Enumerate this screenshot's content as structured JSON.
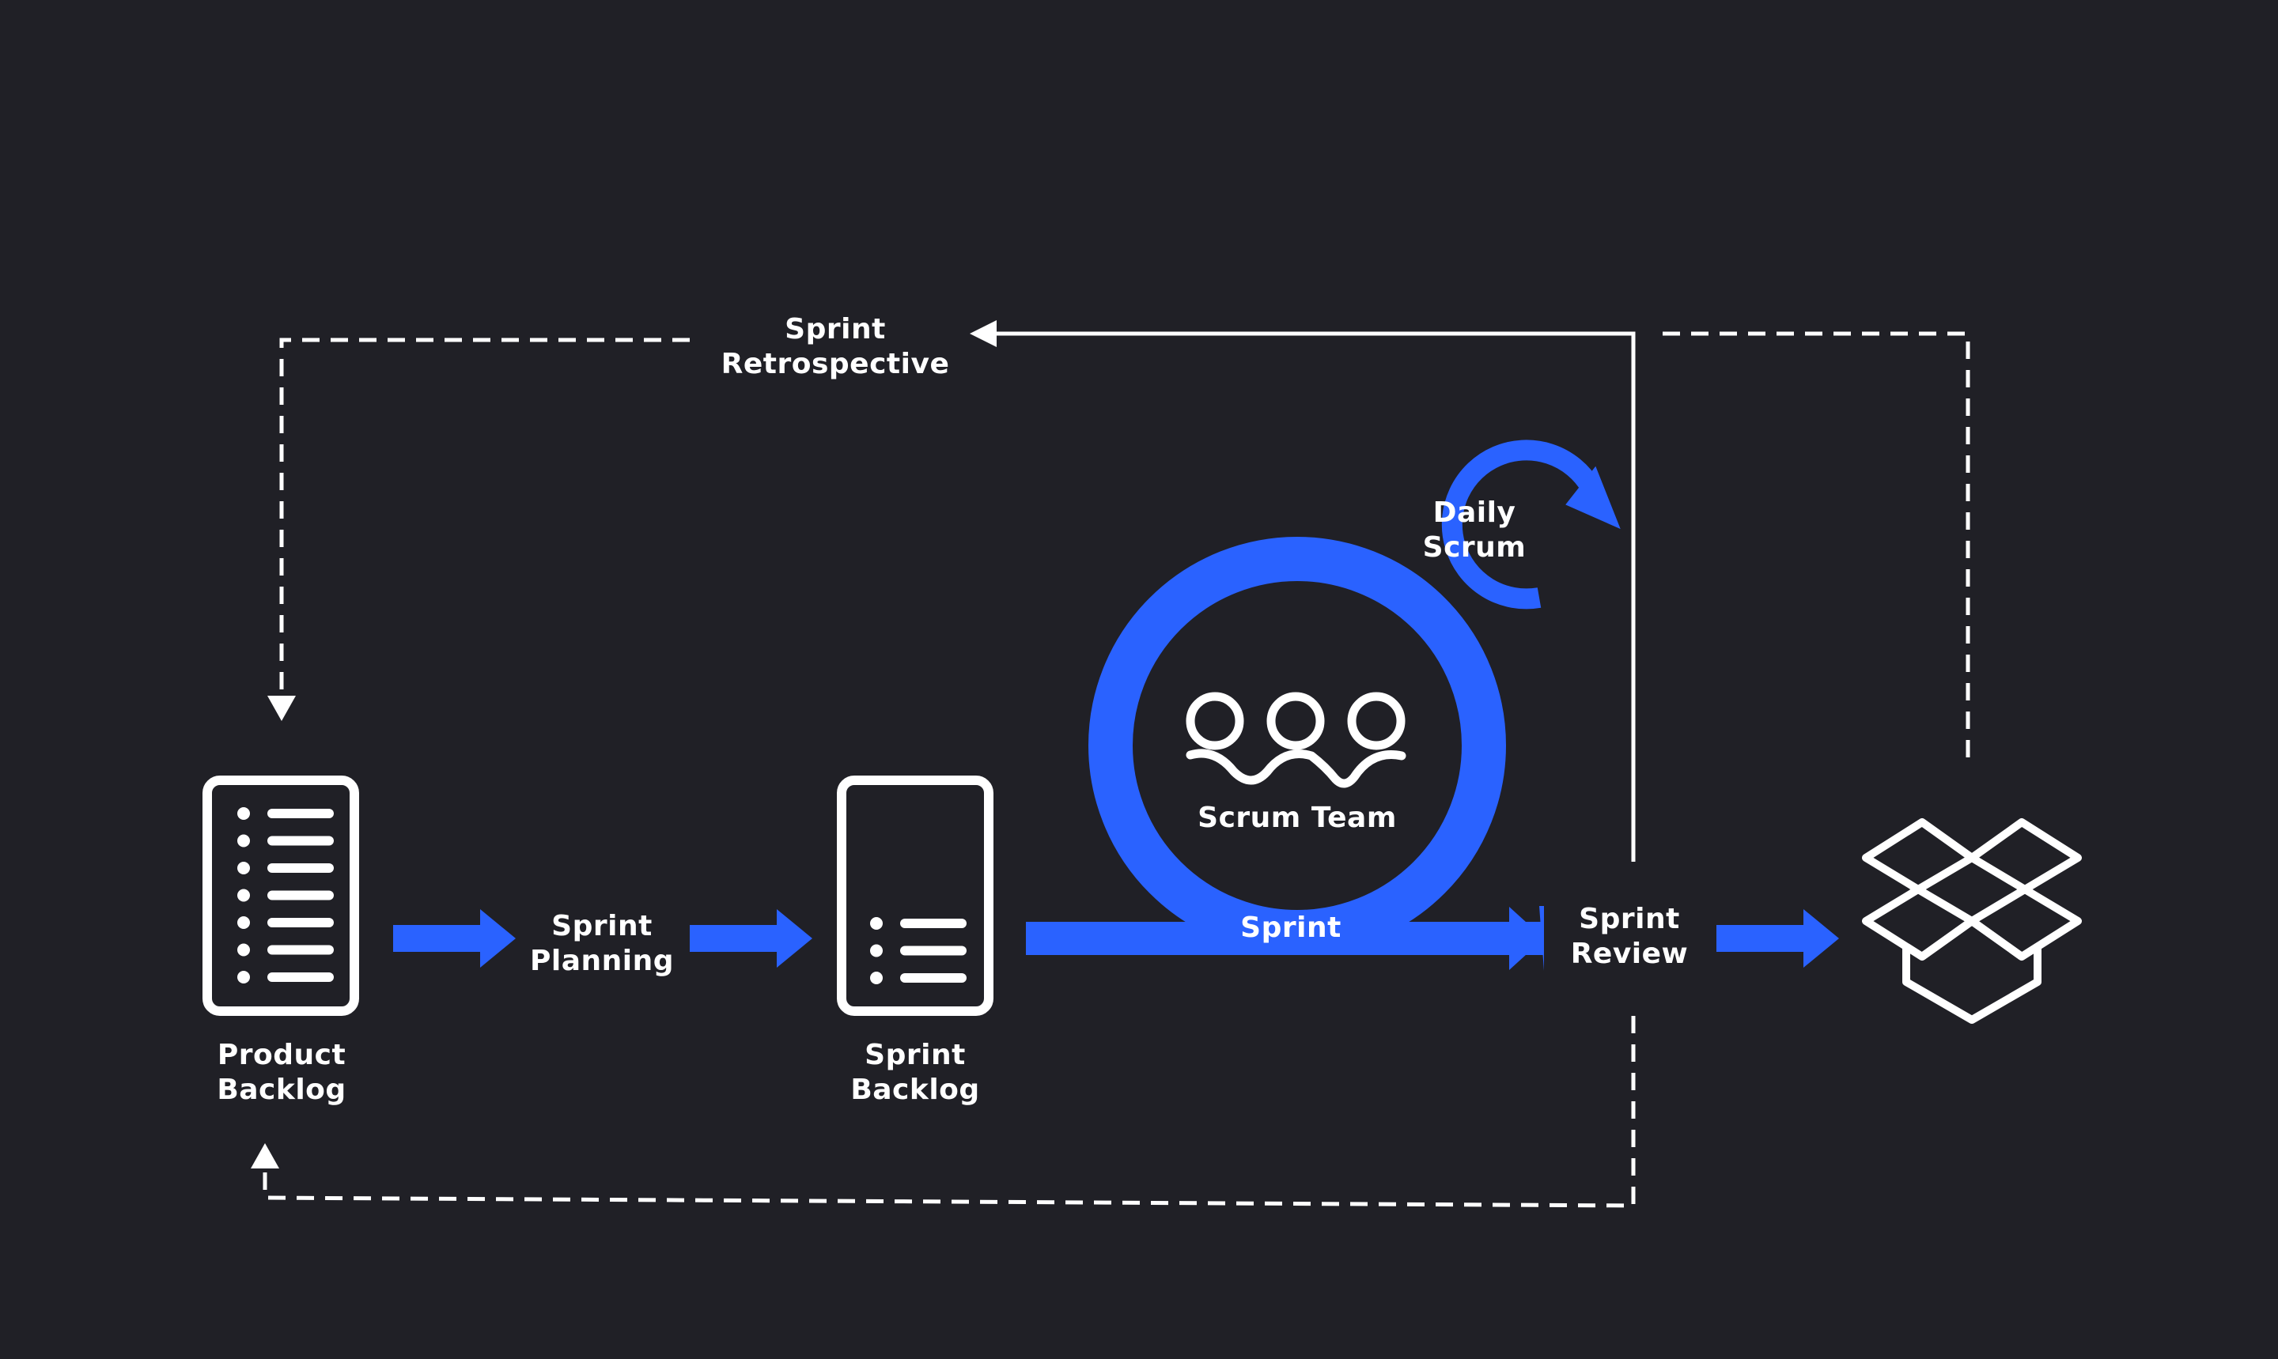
{
  "colors": {
    "background": "#202026",
    "accent": "#2a62ff",
    "line": "#ffffff"
  },
  "nodes": {
    "product_backlog": {
      "line1": "Product",
      "line2": "Backlog",
      "icon": "document-list-icon"
    },
    "sprint_planning": {
      "line1": "Sprint",
      "line2": "Planning"
    },
    "sprint_backlog": {
      "line1": "Sprint",
      "line2": "Backlog",
      "icon": "document-list-icon"
    },
    "scrum_team": {
      "label": "Scrum Team",
      "icon": "team-icon"
    },
    "daily_scrum": {
      "line1": "Daily",
      "line2": "Scrum",
      "icon": "refresh-cycle-icon"
    },
    "sprint": {
      "label": "Sprint"
    },
    "sprint_review": {
      "line1": "Sprint",
      "line2": "Review"
    },
    "sprint_retrospective": {
      "line1": "Sprint",
      "line2": "Retrospective"
    },
    "increment": {
      "icon": "open-box-icon"
    }
  }
}
